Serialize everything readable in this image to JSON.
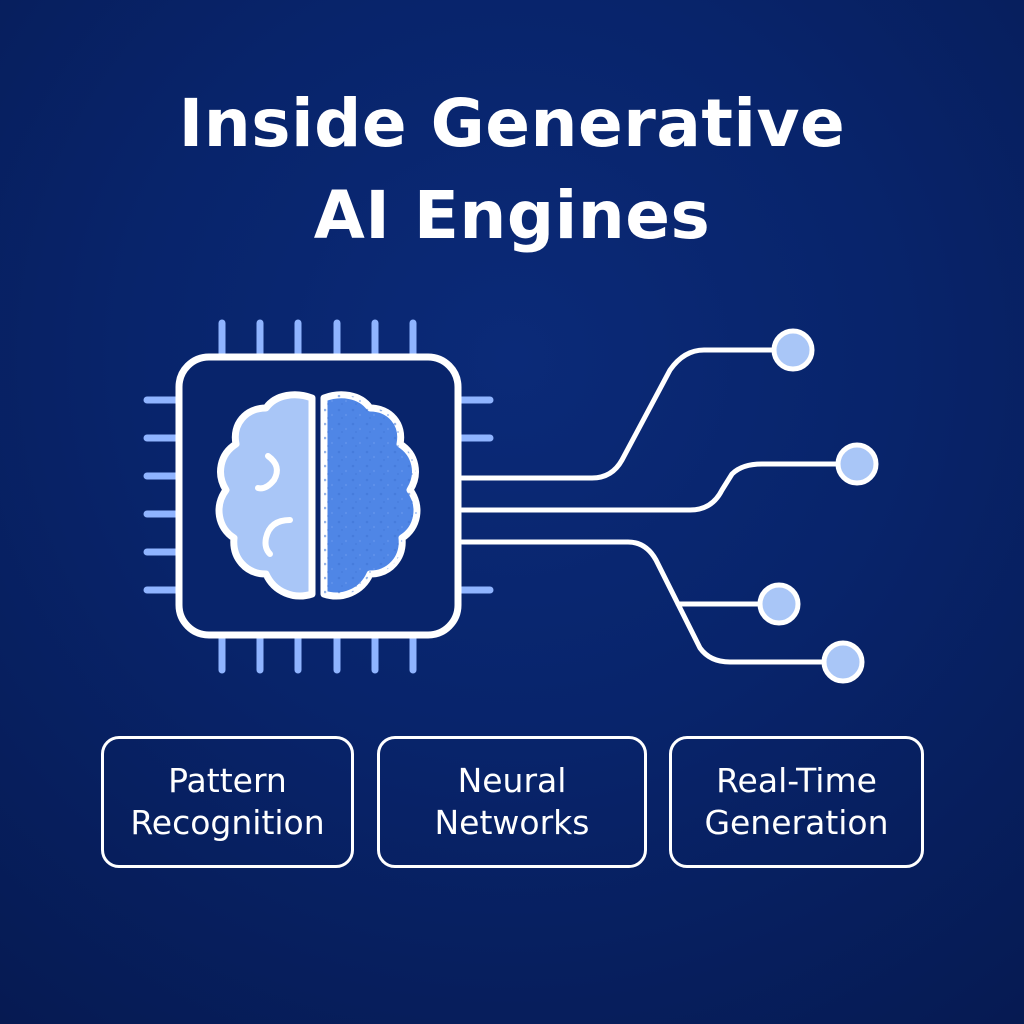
{
  "title": {
    "line1": "Inside Generative",
    "line2": "AI Engines"
  },
  "icons": {
    "chip": "cpu-chip-icon",
    "brain": "brain-icon",
    "connector": "circuit-node-icon"
  },
  "colors": {
    "background": "#08246b",
    "stroke": "#ffffff",
    "pin": "#8fb4ff",
    "brain_left": "#a9c6f7",
    "brain_right": "#4f86e6",
    "node_fill": "#a9c6f7"
  },
  "cards": [
    {
      "line1": "Pattern",
      "line2": "Recognition"
    },
    {
      "line1": "Neural",
      "line2": "Networks"
    },
    {
      "line1": "Real-Time",
      "line2": "Generation"
    }
  ]
}
